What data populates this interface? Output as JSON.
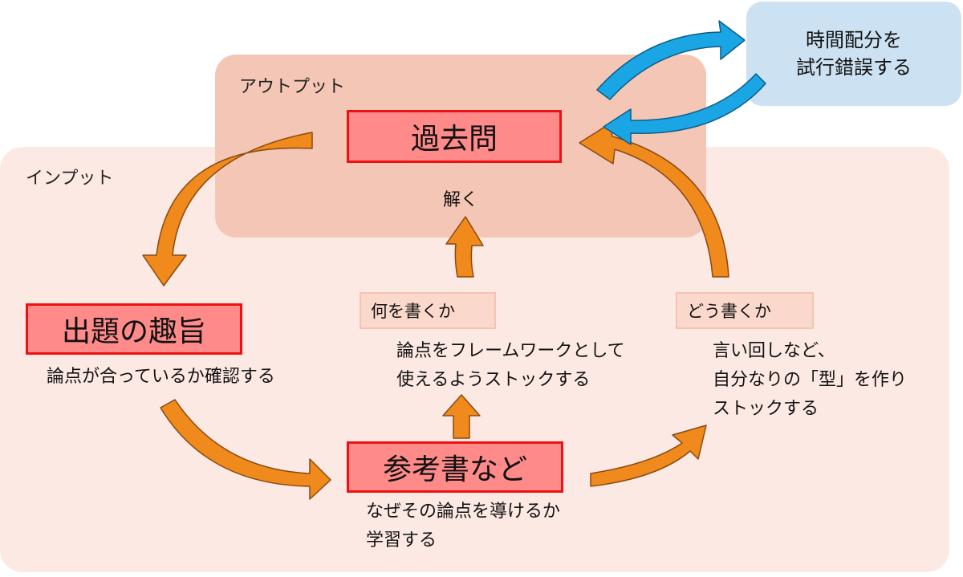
{
  "regions": {
    "output_label": "アウトプット",
    "input_label": "インプット"
  },
  "time_box": {
    "line1": "時間配分を",
    "line2": "試行錯誤する"
  },
  "nodes": {
    "kakomon": "過去問",
    "shudai": "出題の趣旨",
    "sankousho": "参考書など"
  },
  "labels": {
    "toku": "解く",
    "nani_wo_kaku": "何を書くか",
    "dou_kaku": "どう書くか"
  },
  "descriptions": {
    "shudai_desc": "論点が合っているか確認する",
    "sankousho_line1": "なぜその論点を導けるか",
    "sankousho_line2": "学習する",
    "nani_line1": "論点をフレームワークとして",
    "nani_line2": "使えるようストックする",
    "dou_line1": "言い回しなど、",
    "dou_line2": "自分なりの「型」を作り",
    "dou_line3": "ストックする"
  },
  "colors": {
    "orange_arrow": "#f08a1c",
    "blue_arrow": "#1aa6e4",
    "key_fill": "#ff8a8a",
    "key_border": "#ee1111",
    "output_region": "#f4c6b5",
    "input_region": "#fde9e4",
    "time_box": "#cce2f2"
  }
}
